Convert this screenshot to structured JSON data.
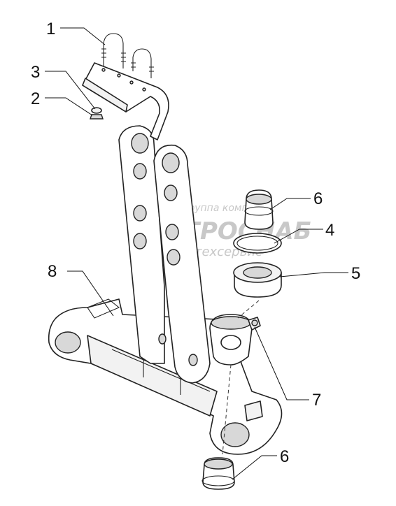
{
  "watermark": {
    "line1": "группа компаний",
    "line2": "АГРОСНАБ",
    "line3": "техсервис"
  },
  "callouts": [
    {
      "id": "c1",
      "label": "1"
    },
    {
      "id": "c2",
      "label": "2"
    },
    {
      "id": "c3",
      "label": "3"
    },
    {
      "id": "c4",
      "label": "4"
    },
    {
      "id": "c5",
      "label": "5"
    },
    {
      "id": "c6a",
      "label": "6"
    },
    {
      "id": "c6b",
      "label": "6"
    },
    {
      "id": "c7",
      "label": "7"
    },
    {
      "id": "c8",
      "label": "8"
    }
  ]
}
